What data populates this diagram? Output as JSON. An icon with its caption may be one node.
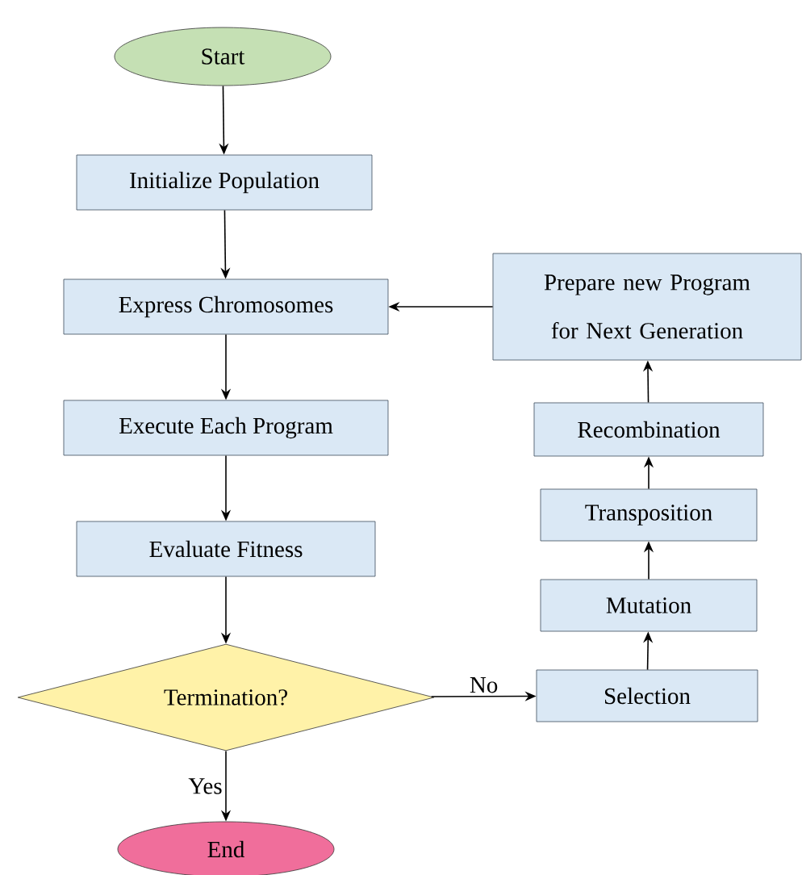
{
  "diagram": {
    "nodes": [
      {
        "text": [
          "Start"
        ]
      },
      {
        "text": [
          "Initialize Population"
        ]
      },
      {
        "text": [
          "Express Chromosomes"
        ]
      },
      {
        "text": [
          "Execute Each Program"
        ]
      },
      {
        "text": [
          "Evaluate Fitness"
        ]
      },
      {
        "text": [
          "Termination?"
        ]
      },
      {
        "text": [
          "End"
        ]
      },
      {
        "text": [
          "Prepare new Program for Next Generation"
        ]
      },
      {
        "text": [
          "Recombination"
        ]
      },
      {
        "text": [
          "Transposition"
        ]
      },
      {
        "text": [
          "Mutation"
        ]
      },
      {
        "text": [
          "Selection"
        ]
      }
    ],
    "edges": [
      {
        "from": 0,
        "to": 1,
        "arrow": "to"
      },
      {
        "from": 1,
        "to": 2,
        "arrow": "to"
      },
      {
        "from": 2,
        "to": 3,
        "arrow": "to"
      },
      {
        "from": 3,
        "to": 4,
        "arrow": "to"
      },
      {
        "from": 4,
        "to": 5,
        "arrow": "to"
      },
      {
        "from": 5,
        "to": 6,
        "arrow": "to",
        "label": "Yes"
      },
      {
        "from": 5,
        "to": 11,
        "arrow": "to",
        "label": "No"
      },
      {
        "from": 11,
        "to": 10,
        "arrow": "to"
      },
      {
        "from": 10,
        "to": 9,
        "arrow": "to"
      },
      {
        "from": 9,
        "to": 8,
        "arrow": "to"
      },
      {
        "from": 8,
        "to": 7,
        "arrow": "to"
      },
      {
        "from": 7,
        "to": 2,
        "arrow": "to"
      }
    ]
  }
}
